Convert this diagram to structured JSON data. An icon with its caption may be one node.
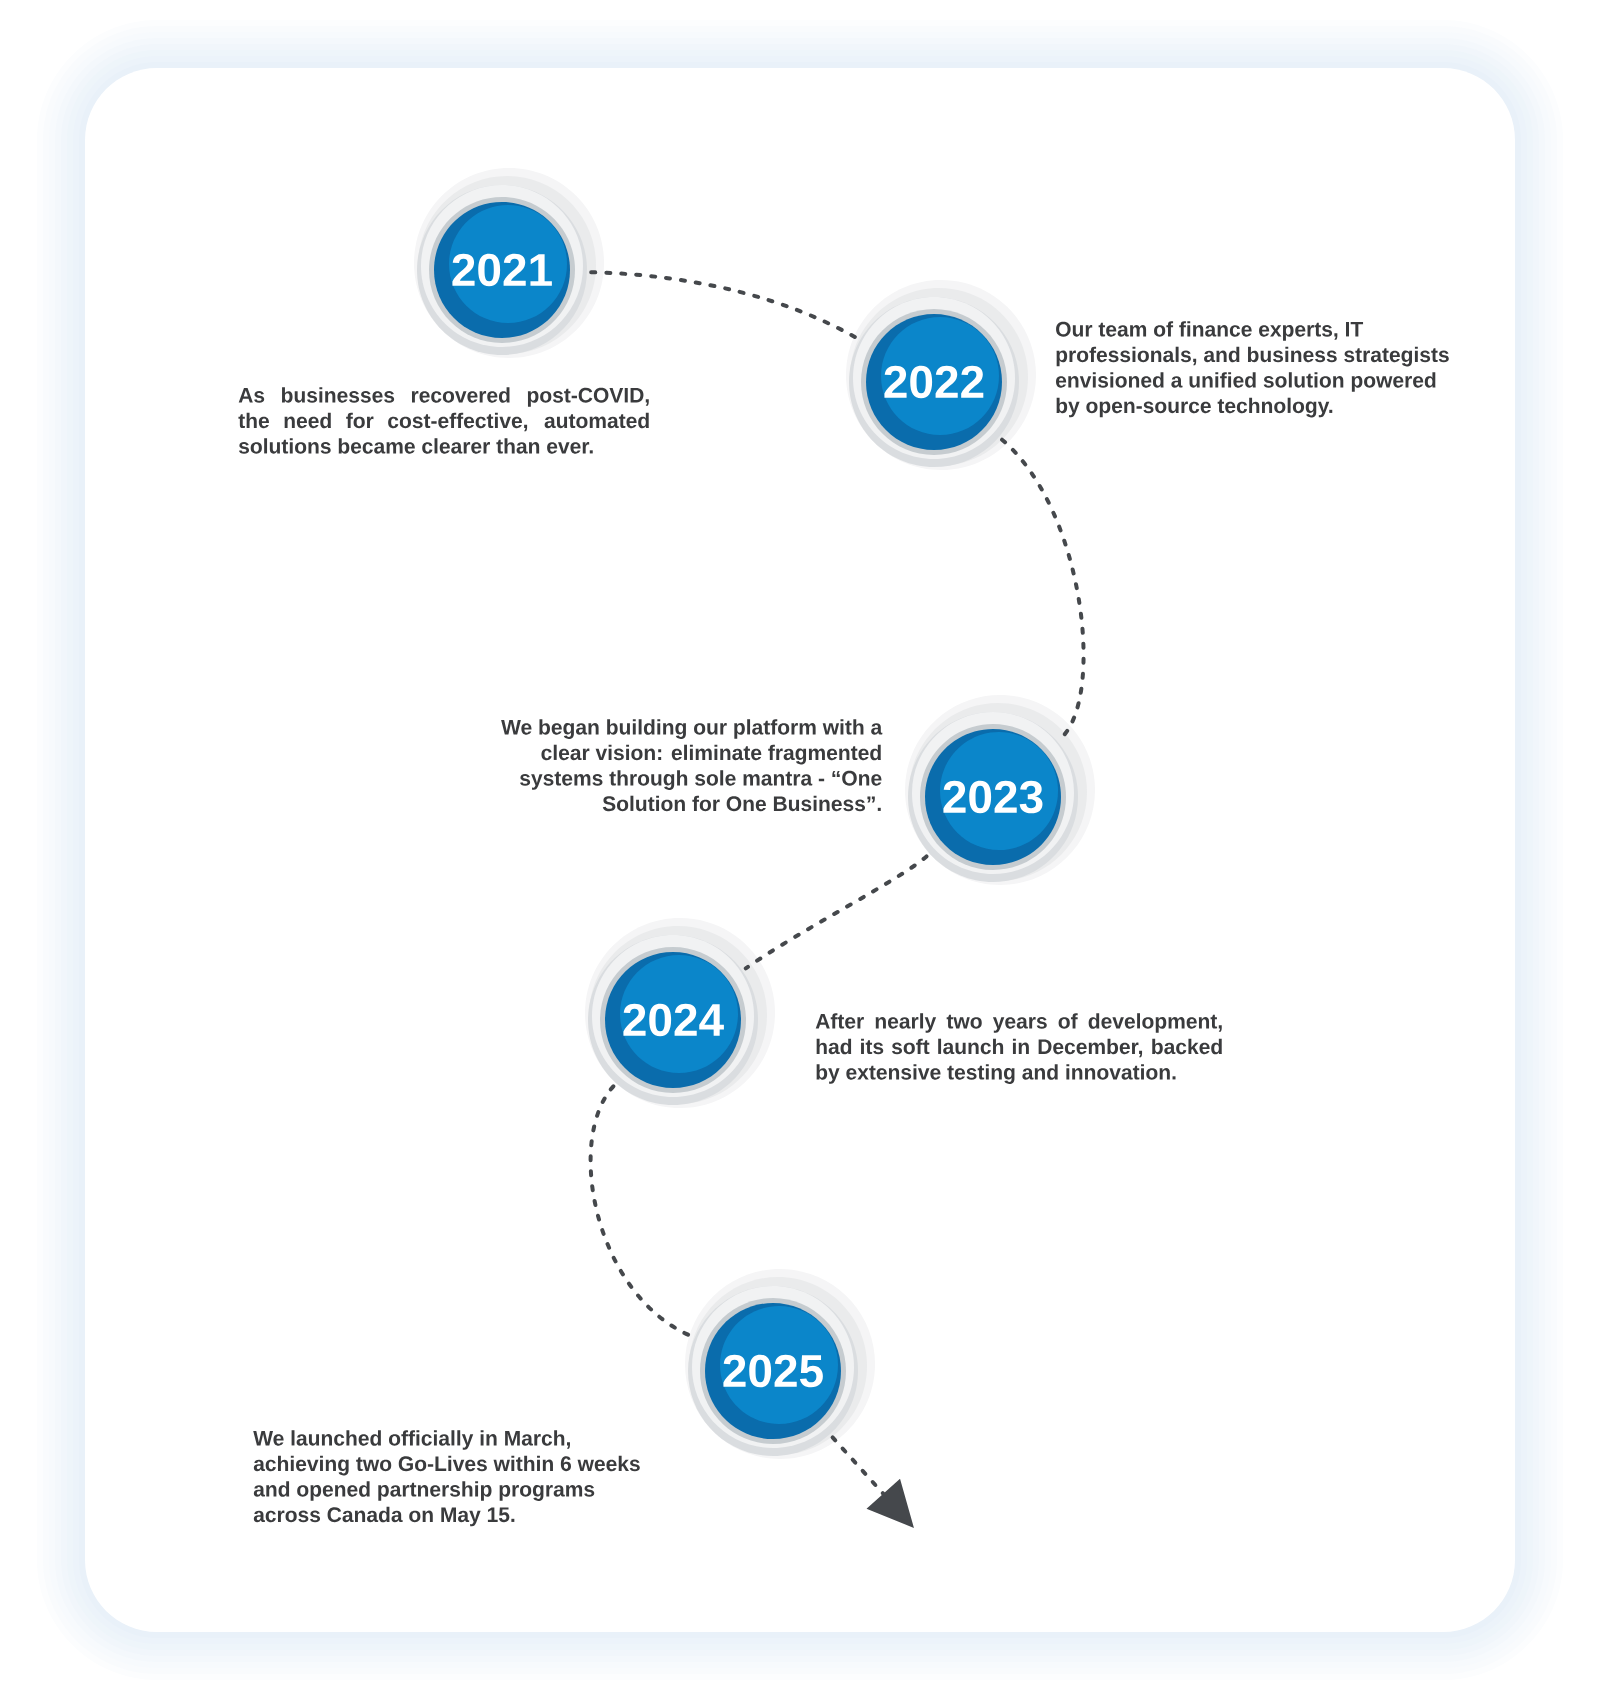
{
  "diagram": {
    "nodes": [
      {
        "text": [
          "2021"
        ],
        "beside": [
          "As businesses recovered post-COVID, the need for cost-effective, automated solutions became clearer than ever."
        ]
      },
      {
        "text": [
          "2022"
        ],
        "beside": [
          "Our team of finance experts, IT professionals, and business strategists envisioned a unified solution powered by open-source technology."
        ]
      },
      {
        "text": [
          "2023"
        ],
        "beside": [
          "We began building our platform with a clear vision: eliminate fragmented systems through sole mantra - “One Solution for One Business”."
        ]
      },
      {
        "text": [
          "2024"
        ],
        "beside": [
          "After nearly two years of development, had its soft launch in December, backed by extensive testing and innovation."
        ]
      },
      {
        "text": [
          "2025"
        ],
        "beside": [
          "We launched officially in March, achieving two Go-Lives within 6 weeks and opened partnership programs across Canada on May 15."
        ]
      }
    ],
    "edges": [
      {
        "from": 0,
        "to": 1,
        "arrow": "none",
        "style": "dashed"
      },
      {
        "from": 1,
        "to": 2,
        "arrow": "none",
        "style": "dashed"
      },
      {
        "from": 2,
        "to": 3,
        "arrow": "none",
        "style": "dashed"
      },
      {
        "from": 3,
        "to": 4,
        "arrow": "none",
        "style": "dashed"
      },
      {
        "from": 4,
        "to": null,
        "arrow": "to",
        "style": "dashed"
      }
    ]
  }
}
